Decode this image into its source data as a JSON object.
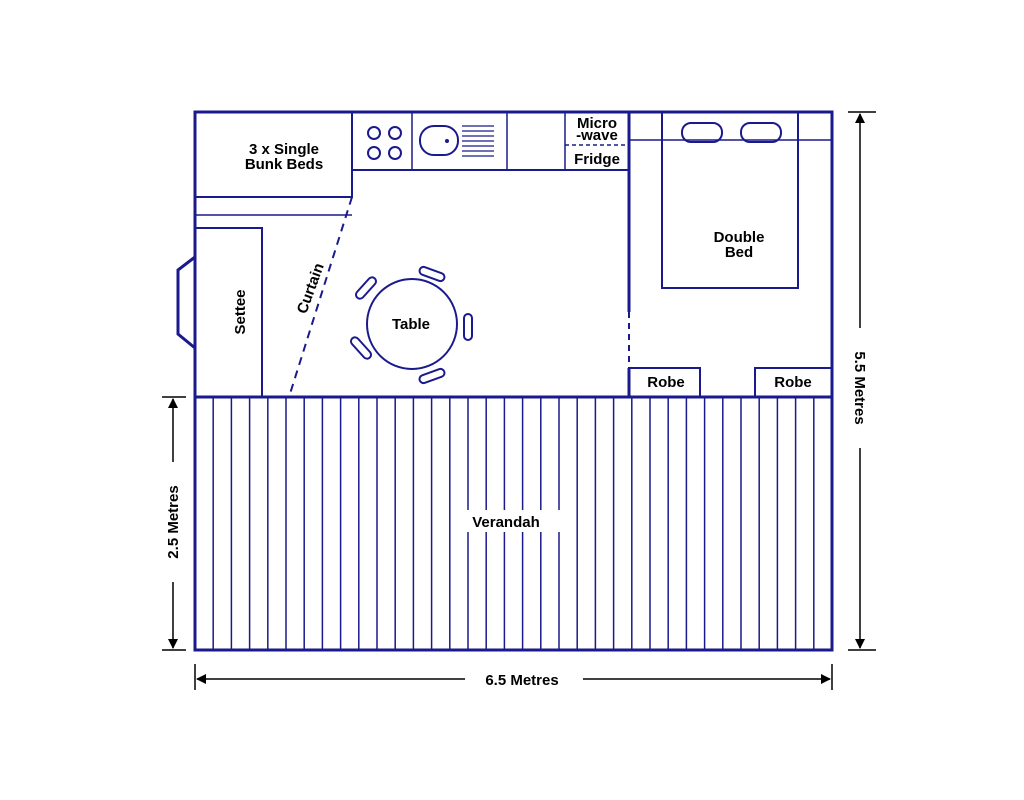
{
  "labels": {
    "bunk_beds_line1": "3 x Single",
    "bunk_beds_line2": "Bunk Beds",
    "microwave_line1": "Micro",
    "microwave_line2": "-wave",
    "fridge": "Fridge",
    "double_bed_line1": "Double",
    "double_bed_line2": "Bed",
    "curtain": "Curtain",
    "settee": "Settee",
    "table": "Table",
    "robe_left": "Robe",
    "robe_right": "Robe",
    "verandah": "Verandah"
  },
  "dimensions": {
    "width": "6.5 Metres",
    "height": "5.5 Metres",
    "verandah_depth": "2.5 Metres"
  },
  "colors": {
    "wall": "#1a1a8c",
    "text": "#000000",
    "background": "#ffffff"
  }
}
